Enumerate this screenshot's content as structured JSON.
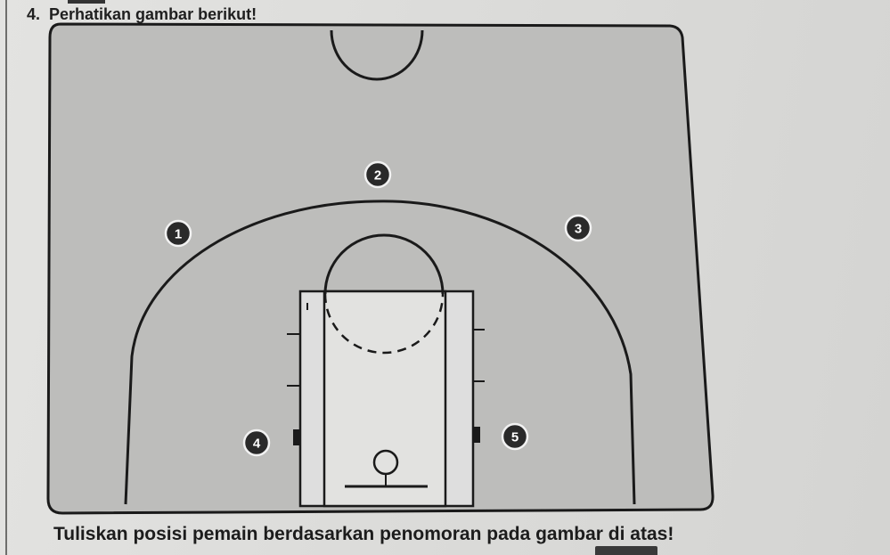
{
  "question": {
    "number": "4.",
    "title": "Perhatikan gambar berikut!"
  },
  "instruction": "Tuliskan posisi pemain berdasarkan penomoran pada gambar di atas!",
  "players": [
    {
      "id": 1,
      "label": "1"
    },
    {
      "id": 2,
      "label": "2"
    },
    {
      "id": 3,
      "label": "3"
    },
    {
      "id": 4,
      "label": "4"
    },
    {
      "id": 5,
      "label": "5"
    }
  ],
  "colors": {
    "court": "#bdbdbb",
    "key": "#dcdcda",
    "line": "#1a1a1a",
    "badge": "#2a2a2a"
  }
}
